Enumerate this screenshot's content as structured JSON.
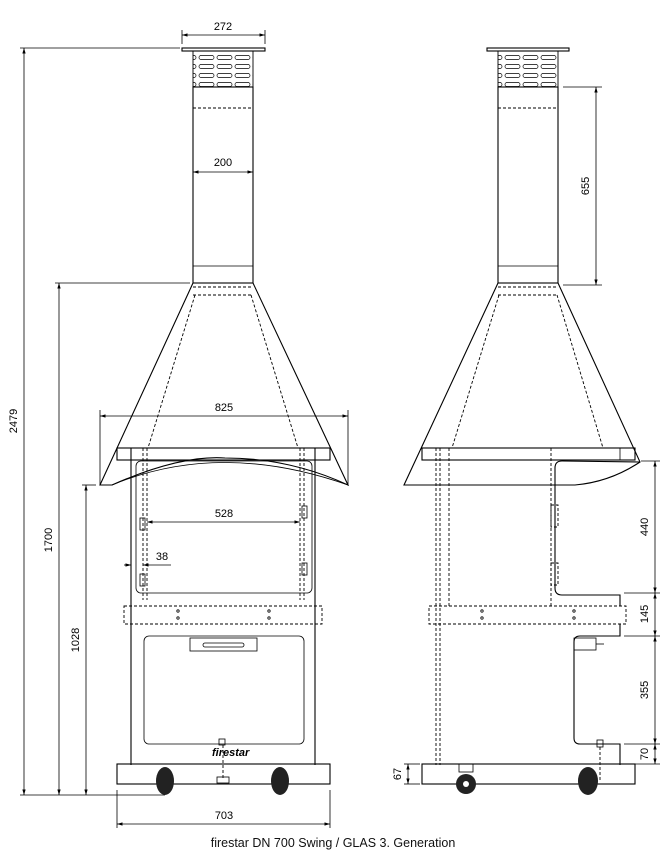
{
  "caption": "firestar DN 700 Swing / GLAS 3. Generation",
  "brand_logo_text": "firestar",
  "front_view": {
    "dimensions": {
      "flue_cap_width": "272",
      "flue_pipe_width": "200",
      "hood_width": "825",
      "glass_opening_width": "528",
      "frame_offset": "38",
      "base_width": "703",
      "total_height": "2479",
      "hood_top_height": "1700",
      "hood_bottom_height": "1028"
    }
  },
  "side_view": {
    "dimensions": {
      "flue_pipe_height": "655",
      "door_height": "440",
      "shelf_height": "145",
      "lower_opening_height": "355",
      "lower_gap": "70",
      "base_height": "67"
    }
  },
  "colors": {
    "line": "#000000",
    "background": "#ffffff"
  }
}
